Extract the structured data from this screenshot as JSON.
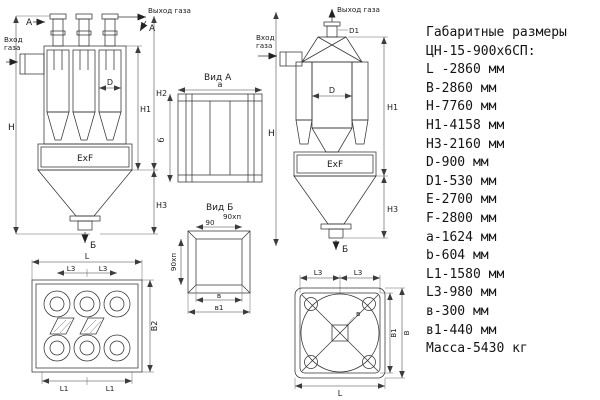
{
  "specs_panel": {
    "title": "Габаритные размеры",
    "model": "ЦН-15-900х6СП:",
    "items": [
      "L -2860 мм",
      "В-2860 мм",
      "Н-7760 мм",
      "Н1-4158 мм",
      "Н3-2160 мм",
      "D-900 мм",
      "D1-530 мм",
      "Е-2700 мм",
      "F-2800 мм",
      "а-1624 мм",
      "b-604 мм",
      "L1-1580 мм",
      "L3-980 мм",
      "в-300 мм",
      "в1-440 мм",
      "Масса-5430 кг"
    ]
  },
  "front_view": {
    "section_a_left": "А",
    "section_a_right": "А",
    "gas_outlet": "Выход газа",
    "gas_in1": "Вход",
    "gas_in2": "газа",
    "dim_h": "H",
    "dim_h1": "H1",
    "dim_h2": "H2",
    "dim_h3": "H3",
    "dim_d": "D",
    "box_label": "ExF",
    "section_b": "Б"
  },
  "view_a": {
    "title": "Вид А",
    "dim_a": "а",
    "dim_b": "б"
  },
  "view_b": {
    "title": "Вид Б",
    "count_top": "90хп",
    "dim_90": "90",
    "count_left": "90хп",
    "dim_v": "в",
    "dim_v1": "в1"
  },
  "side_view": {
    "gas_outlet": "Выход газа",
    "gas_in1": "Вход",
    "gas_in2": "газа",
    "dim_d1": "D1",
    "dim_d": "D",
    "dim_h": "H",
    "dim_h1": "H1",
    "dim_h3": "H3",
    "box_label": "ExF",
    "section_b": "Б"
  },
  "plan_left": {
    "dim_l": "L",
    "dim_l3a": "L3",
    "dim_l3b": "L3",
    "dim_b2": "B2",
    "dim_l1a": "L1",
    "dim_l1b": "L1"
  },
  "plan_right": {
    "dim_l3a": "L3",
    "dim_l3b": "L3",
    "dim_v": "в",
    "dim_b1": "B1",
    "dim_b": "B",
    "dim_l": "L"
  }
}
